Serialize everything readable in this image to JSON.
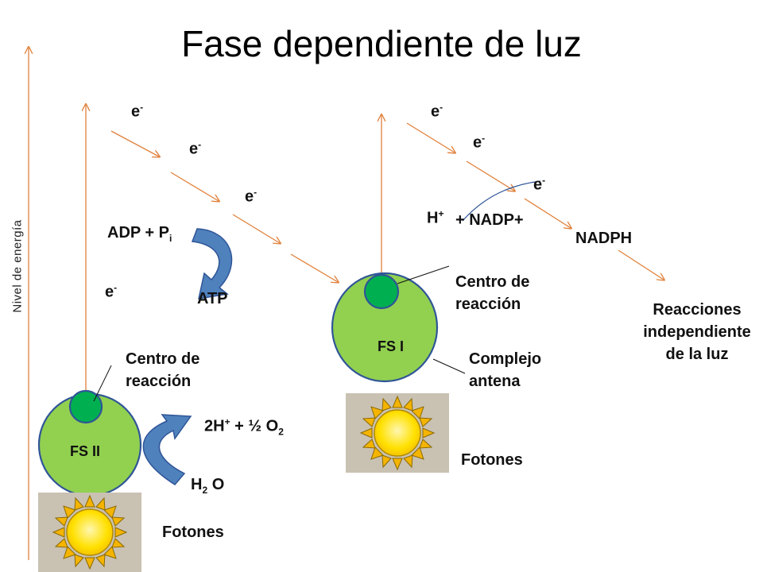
{
  "title": "Fase dependiente de luz",
  "y_axis_label": "Nivel de energía",
  "electron": {
    "base": "e",
    "sup": "-"
  },
  "fs2": {
    "label": "FS II",
    "reaction_center": [
      "Centro de",
      "reacción"
    ],
    "adp": {
      "text": "ADP + P",
      "sub": "i"
    },
    "atp": "ATP",
    "water_products": {
      "a": "2H",
      "a_sup": "+",
      "b": " + ½ O",
      "b_sub": "2"
    },
    "water": {
      "a": "H",
      "a_sub": "2",
      "b": " O"
    },
    "photons": "Fotones"
  },
  "fs1": {
    "label": "FS I",
    "reaction_center": [
      "Centro de",
      "reacción"
    ],
    "antenna": [
      "Complejo",
      "antena"
    ],
    "h_plus": {
      "a": "H",
      "a_sup": "+"
    },
    "nadp": "+ NADP+",
    "nadph": "NADPH",
    "photons": "Fotones"
  },
  "dark_reactions": [
    "Reacciones",
    "independiente",
    "de la luz"
  ],
  "colors": {
    "arrow": "#e0803a",
    "circle_fill": "#92d050",
    "circle_stroke": "#2f5597",
    "center_fill": "#00b050",
    "curved_arrow": "#4f81bd",
    "sun_bg": "#c8c0b0",
    "sun_core": "#ffe000",
    "sun_rays": "#f0b400"
  }
}
